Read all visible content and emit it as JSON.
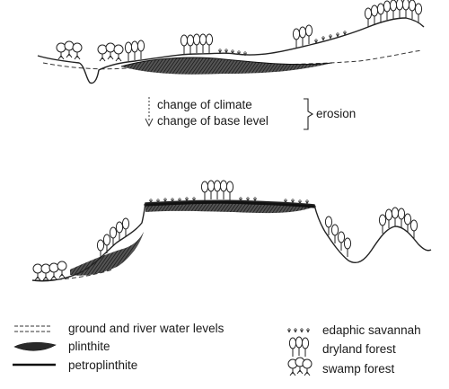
{
  "process": {
    "step1": "change of climate",
    "step2": "change of base level",
    "result": "erosion"
  },
  "legend": [
    {
      "symbol": "water-level-symbol",
      "label": "ground and river water levels"
    },
    {
      "symbol": "plinthite-symbol",
      "label": "plinthite"
    },
    {
      "symbol": "petroplinthite-symbol",
      "label": "petroplinthite"
    },
    {
      "symbol": "savannah-symbol",
      "label": "edaphic savannah"
    },
    {
      "symbol": "dryland-forest-symbol",
      "label": "dryland forest"
    },
    {
      "symbol": "swamp-forest-symbol",
      "label": "swamp forest"
    }
  ]
}
